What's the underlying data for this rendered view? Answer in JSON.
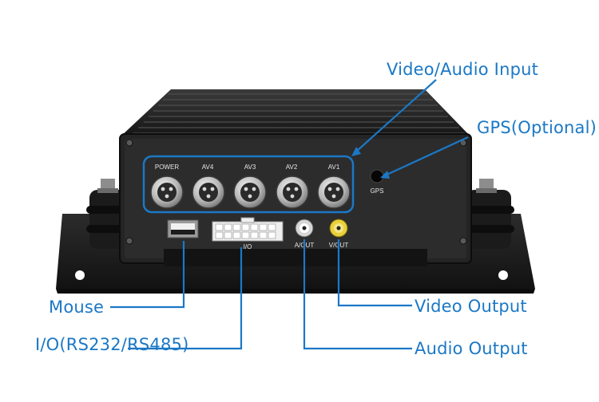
{
  "callouts": {
    "video_audio_input": "Video/Audio Input",
    "gps": "GPS(Optional)",
    "mouse": "Mouse",
    "io": "I/O(RS232/RS485)",
    "video_output": "Video Output",
    "audio_output": "Audio Output"
  },
  "panel_labels": {
    "power": "POWER",
    "av4": "AV4",
    "av3": "AV3",
    "av2": "AV2",
    "av1": "AV1",
    "gps": "GPS",
    "io": "I/O",
    "aout": "A/OUT",
    "vout": "V/OUT"
  },
  "colors": {
    "callout_blue": "#1b78c6",
    "chassis": "#1a1a1a",
    "panel": "#2a2a2a",
    "connector": "#c9c9c9",
    "rca_yellow": "#e8d13a"
  }
}
